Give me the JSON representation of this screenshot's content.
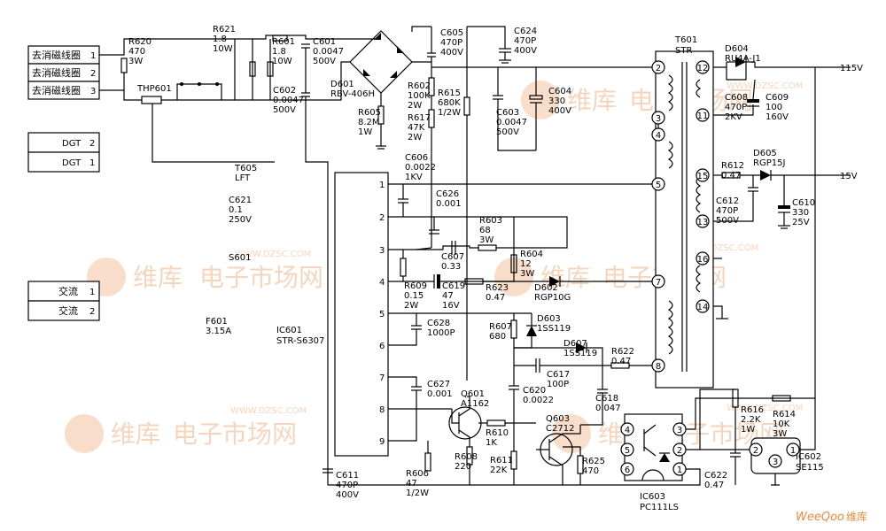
{
  "connectors": {
    "degauss": [
      "去消磁线圈",
      "去消磁线圈",
      "去消磁线圈"
    ],
    "degauss_pins": [
      "1",
      "2",
      "3"
    ],
    "dgt": [
      "DGT",
      "DGT"
    ],
    "dgt_pins": [
      "2",
      "1"
    ],
    "ac": [
      "交流",
      "交流"
    ],
    "ac_pins": [
      "1",
      "2"
    ]
  },
  "ic601": {
    "ref": "IC601",
    "part": "STR-S6307",
    "pins": [
      "1",
      "2",
      "3",
      "4",
      "5",
      "6",
      "7",
      "8",
      "9"
    ]
  },
  "t601": {
    "ref": "T601",
    "part": "STR",
    "pins": [
      "2",
      "3",
      "4",
      "5",
      "7",
      "8",
      "12",
      "11",
      "15",
      "13",
      "16",
      "14"
    ]
  },
  "ic603": {
    "ref": "IC603",
    "part": "PC111LS",
    "pins": [
      "4",
      "5",
      "6",
      "3",
      "2",
      "1"
    ]
  },
  "ic602": {
    "ref": "IC602",
    "part": "SE115",
    "pins": [
      "2",
      "1",
      "3"
    ]
  },
  "outputs": {
    "v115": "115V",
    "v15": "15V"
  },
  "labels": {
    "r620": [
      "R620",
      "470",
      "3W"
    ],
    "r621": [
      "R621",
      "1.8",
      "10W"
    ],
    "r601": [
      "R601",
      "1.8",
      "10W"
    ],
    "c601": [
      "C601",
      "0.0047",
      "500V"
    ],
    "c602": [
      "C602",
      "0.0047",
      "500V"
    ],
    "thp": [
      "THP601"
    ],
    "d601": [
      "D601",
      "RBV-406H"
    ],
    "r605": [
      "R605",
      "8.2M",
      "1W"
    ],
    "r602": [
      "R602",
      "100K",
      "2W"
    ],
    "r617": [
      "R617",
      "47K",
      "2W"
    ],
    "r615": [
      "R615",
      "680K",
      "1/2W"
    ],
    "c605": [
      "C605",
      "470P",
      "400V"
    ],
    "c624": [
      "C624",
      "470P",
      "400V"
    ],
    "c603": [
      "C603",
      "0.0047",
      "500V"
    ],
    "c604": [
      "C604",
      "330",
      "400V"
    ],
    "c606": [
      "C606",
      "0.0022",
      "1KV"
    ],
    "c626": [
      "C626",
      "0.001"
    ],
    "t605": [
      "T605",
      "LFT"
    ],
    "c621": [
      "C621",
      "0.1",
      "250V"
    ],
    "s601": [
      "S601"
    ],
    "f601": [
      "F601",
      "3.15A"
    ],
    "r603": [
      "R603",
      "68",
      "3W"
    ],
    "c607": [
      "C607",
      "0.33"
    ],
    "r604": [
      "R604",
      "12",
      "3W"
    ],
    "r609": [
      "R609",
      "0.15",
      "2W"
    ],
    "c619": [
      "C619",
      "47",
      "16V"
    ],
    "r623": [
      "R623",
      "0.47"
    ],
    "d602": [
      "D602",
      "RGP10G"
    ],
    "c628": [
      "C628",
      "1000P"
    ],
    "r607": [
      "R607",
      "680"
    ],
    "d603": [
      "D603",
      "1SS119"
    ],
    "d607": [
      "D607",
      "1SS119"
    ],
    "r622": [
      "R622",
      "0.47"
    ],
    "c617": [
      "C617",
      "100P"
    ],
    "c627": [
      "C627",
      "0.001"
    ],
    "c620": [
      "C620",
      "0.0022"
    ],
    "c618": [
      "C618",
      "0.047"
    ],
    "q601": [
      "Q601",
      "A1162"
    ],
    "q603": [
      "Q603",
      "C2712"
    ],
    "r610": [
      "R610",
      "1K"
    ],
    "r608": [
      "R608",
      "220"
    ],
    "r611": [
      "R611",
      "22K"
    ],
    "r625": [
      "R625",
      "470"
    ],
    "r606": [
      "R606",
      "47",
      "1/2W"
    ],
    "c611": [
      "C611",
      "470P",
      "400V"
    ],
    "d604": [
      "D604",
      "RU4A-J1"
    ],
    "c608": [
      "C608",
      "470P",
      "2KV"
    ],
    "c609": [
      "C609",
      "100",
      "160V"
    ],
    "r612": [
      "R612",
      "0.47"
    ],
    "d605": [
      "D605",
      "RGP15J"
    ],
    "c612": [
      "C612",
      "470P",
      "500V"
    ],
    "c610": [
      "C610",
      "330",
      "25V"
    ],
    "r616": [
      "R616",
      "2.2K",
      "1W"
    ],
    "r614": [
      "R614",
      "10K",
      "3W"
    ],
    "c622": [
      "C622",
      "0.47"
    ]
  },
  "watermark": {
    "brand": "维库",
    "cn": "电子市场网",
    "url": "WWW.DZSC.COM",
    "footer_brand": "WeeQoo",
    "footer_cn": "维库"
  }
}
